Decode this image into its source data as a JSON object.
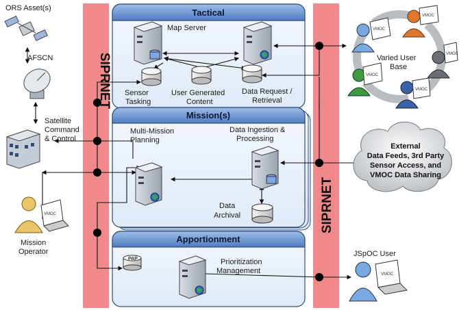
{
  "networks": {
    "left": "SIPRNET",
    "right": "SIPRNET"
  },
  "panels": {
    "tactical": "Tactical",
    "mission": "Mission(s)",
    "apportionment": "Apportionment"
  },
  "nodes": {
    "ors_assets": "ORS Asset(s)",
    "afscn": "AFSCN",
    "satellite_cc_1": "Satellite",
    "satellite_cc_2": "Command",
    "satellite_cc_3": "& Control",
    "mission_operator_1": "Mission",
    "mission_operator_2": "Operator",
    "map_server": "Map Server",
    "sensor_tasking_1": "Sensor",
    "sensor_tasking_2": "Tasking",
    "user_generated_1": "User Generated",
    "user_generated_2": "Content",
    "data_request_1": "Data Request /",
    "data_request_2": "Retrieval",
    "multi_mission_1": "Multi-Mission",
    "multi_mission_2": "Planning",
    "data_ingestion_1": "Data Ingestion &",
    "data_ingestion_2": "Processing",
    "data_archival_1": "Data",
    "data_archival_2": "Archival",
    "pap": "PAP",
    "prioritization_1": "Prioritization",
    "prioritization_2": "Management",
    "varied_users_1": "Varied User",
    "varied_users_2": "Base",
    "external_1": "External",
    "external_2": "Data Feeds, 3rd Party",
    "external_3": "Sensor Access, and",
    "external_4": "VMOC Data Sharing",
    "jspoc_user": "JSpOC User",
    "vmoc": "VMOC"
  },
  "colors": {
    "siprnet_bar": "#f08a8a",
    "panel_fill": "#e8f0fa",
    "panel_header": "#5b86c8",
    "junction": "#000000"
  }
}
